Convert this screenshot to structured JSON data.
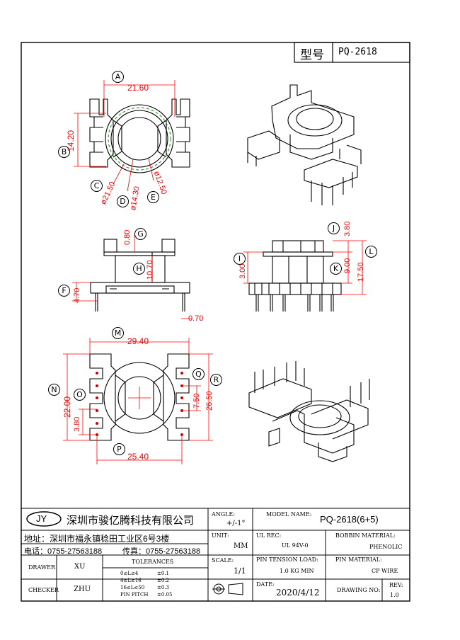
{
  "header": {
    "type_label": "型号",
    "model": "PQ-2618"
  },
  "dims": {
    "A": "A",
    "B": "B",
    "C": "C",
    "D": "D",
    "E": "E",
    "F": "F",
    "G": "G",
    "H": "H",
    "I": "I",
    "J": "J",
    "K": "K",
    "L": "L",
    "M": "M",
    "N": "N",
    "O": "O",
    "P": "P",
    "Q": "Q",
    "R": "R",
    "a_val": "21.60",
    "b_val": "14.20",
    "c_val": "ø21.50",
    "d_val": "ø14.30",
    "e_val": "ø12.50",
    "f_val": "4.70",
    "g_val": "0.80",
    "h_val": "10.70",
    "pin_val": "0.70",
    "i_val": "3.00",
    "j_val": "3.80",
    "k_val": "9.00",
    "l_val": "17.50",
    "m_val": "29.40",
    "n_val": "22.00",
    "o_val": "3.80",
    "p_val": "25.40",
    "q_val": "7.50",
    "r_val": "26.50"
  },
  "titleblock": {
    "logo": "JY",
    "company": "深圳市骏亿腾科技有限公司",
    "address": "地址：深圳市福永镇稔田工业区6号3楼",
    "phone": "电话：0755-27563188",
    "fax": "传真：0755-27563188",
    "angle_label": "ANGLE:",
    "angle_value": "+/-1°",
    "unit_label": "UNIT:",
    "unit_value": "MM",
    "scale_label": "SCALE:",
    "scale_value": "1/1",
    "model_label": "MODEL NAME:",
    "model_value": "PQ-2618(6+5)",
    "ul_label": "UL REC:",
    "ul_value": "UL 94V-0",
    "bobbin_label": "BOBBIN MATERIAL:",
    "bobbin_value": "PHENOLIC",
    "tension_label": "PIN TENSION LOAD:",
    "tension_value": "1.0 KG MIN",
    "pinmat_label": "PIN MATERIAL:",
    "pinmat_value": "CP WIRE",
    "date_label": "DATE:",
    "date_value": "2020/4/12",
    "drawing_label": "DRAWING NO:",
    "rev_label": "REV:",
    "rev_value": "1.0",
    "drawer_label": "DRAWER",
    "drawer_value": "XU",
    "checker_label": "CHECKER",
    "checker_value": "ZHU",
    "tol_title": "TOLERANCES",
    "tol": [
      {
        "range": "0≤L≤4",
        "value": "±0.1"
      },
      {
        "range": "4≤L≤16",
        "value": "±0.2"
      },
      {
        "range": "16≤L≤50",
        "value": "±0.3"
      },
      {
        "range": "PIN PITCH",
        "value": "±0.05"
      }
    ]
  },
  "colors": {
    "line": "#000000",
    "dim": "#ff0000",
    "accent": "#1a8a1a"
  }
}
